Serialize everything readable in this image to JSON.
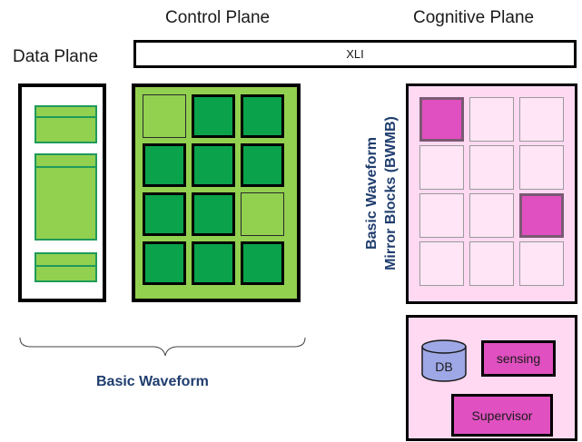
{
  "planes": {
    "data_plane": "Data Plane",
    "control_plane": "Control Plane",
    "cognitive_plane": "Cognitive Plane"
  },
  "xli": {
    "label": "XLI"
  },
  "mirror": {
    "label_line1": "Basic Waveform",
    "label_line2": "Mirror Blocks (BWMB)",
    "grid": [
      [
        "active",
        "plain",
        "plain"
      ],
      [
        "plain",
        "plain",
        "plain"
      ],
      [
        "plain",
        "plain",
        "active"
      ],
      [
        "plain",
        "plain",
        "plain"
      ]
    ]
  },
  "control": {
    "grid": [
      [
        "light",
        "dark",
        "dark"
      ],
      [
        "dark",
        "dark",
        "dark"
      ],
      [
        "dark",
        "dark",
        "light"
      ],
      [
        "dark",
        "dark",
        "dark"
      ]
    ]
  },
  "cognitive": {
    "db": "DB",
    "sensing": "sensing",
    "supervisor": "Supervisor"
  },
  "basic_waveform": {
    "label": "Basic Waveform"
  },
  "colors": {
    "green_light": "#92d050",
    "green_dark": "#0aa24a",
    "pink_bg": "#ffd9f2",
    "magenta": "#e050c0",
    "db_blue": "#9fa8e6",
    "label_navy": "#1f3d6e"
  }
}
